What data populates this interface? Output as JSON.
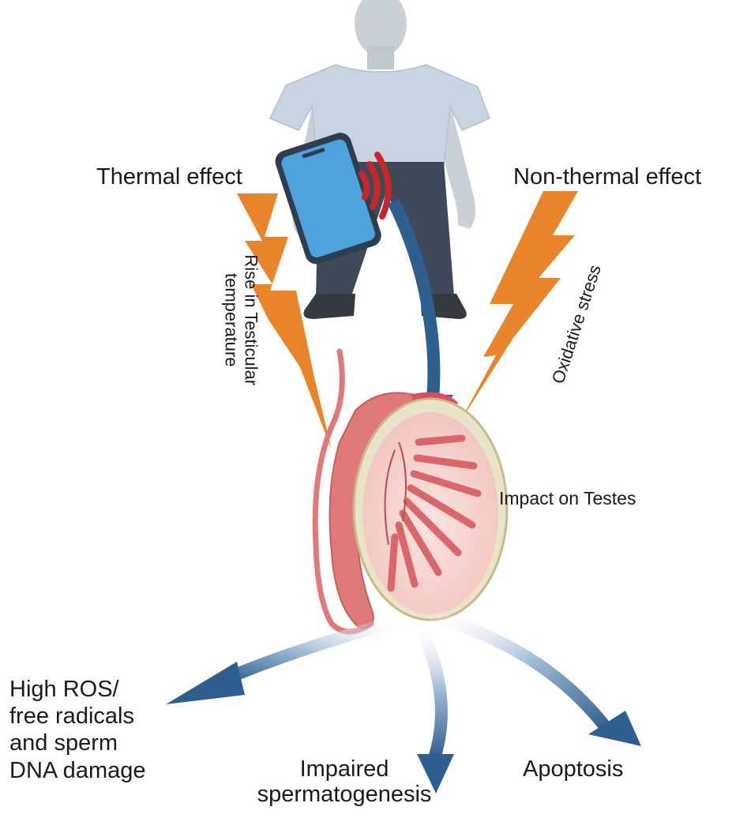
{
  "labels": {
    "thermal_effect": "Thermal effect",
    "non_thermal_effect": "Non-thermal effect",
    "rise_line1": "Rise in Testicular",
    "rise_line2": "temperature",
    "oxidative_stress": "Oxidative stress",
    "impact_on_testes": "Impact on Testes",
    "outcome_ros": [
      "High ROS/",
      "free radicals",
      "and sperm",
      "DNA damage"
    ],
    "outcome_spermatogenesis": [
      "Impaired",
      "spermatogenesis"
    ],
    "outcome_apoptosis": "Apoptosis"
  },
  "colors": {
    "lightning": "#E8842A",
    "arrow": "#2F5F8F",
    "shirt": "#C9D4E3",
    "pants": "#3E4A5C",
    "skin": "#C9D0D6",
    "phone_screen": "#4FA3DB",
    "signal": "#C62828",
    "testis_tissue": "#E07A7A"
  },
  "icons": [
    "human-figure-icon",
    "mobile-phone-icon",
    "radiation-waves-icon",
    "lightning-bolt-icon",
    "testis-anatomy-icon"
  ]
}
